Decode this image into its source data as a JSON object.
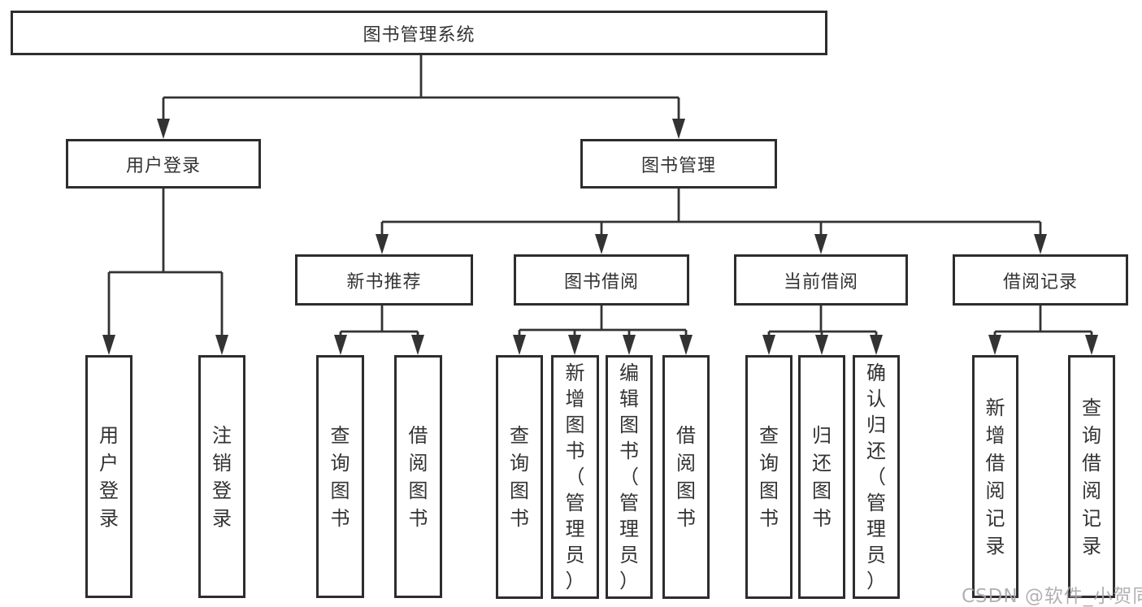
{
  "diagram": {
    "title": "图书管理系统",
    "root": {
      "label": "图书管理系统"
    },
    "branches": [
      {
        "label": "用户登录",
        "children": [
          {
            "label": "用户登录"
          },
          {
            "label": "注销登录"
          }
        ]
      },
      {
        "label": "图书管理",
        "groups": [
          {
            "label": "新书推荐",
            "children": [
              {
                "label": "查询图书"
              },
              {
                "label": "借阅图书"
              }
            ]
          },
          {
            "label": "图书借阅",
            "children": [
              {
                "label": "查询图书"
              },
              {
                "label": "新增图书（管理员）"
              },
              {
                "label": "编辑图书（管理员）"
              },
              {
                "label": "借阅图书"
              }
            ]
          },
          {
            "label": "当前借阅",
            "children": [
              {
                "label": "查询图书"
              },
              {
                "label": "归还图书"
              },
              {
                "label": "确认归还（管理员）"
              }
            ]
          },
          {
            "label": "借阅记录",
            "children": [
              {
                "label": "新增借阅记录"
              },
              {
                "label": "查询借阅记录"
              }
            ]
          }
        ]
      }
    ]
  },
  "watermark": {
    "text": "CSDN @软件_小贺同学"
  },
  "colors": {
    "line": "#333333",
    "border": "#2d2d2d",
    "text": "#333333",
    "background": "#ffffff",
    "watermark": "#a8a8a8"
  }
}
